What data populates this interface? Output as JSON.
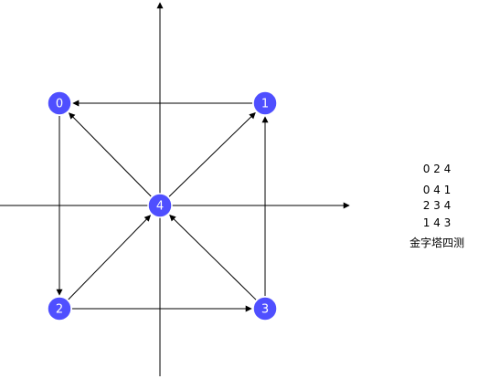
{
  "colors": {
    "node_fill": "#4f4fff",
    "node_stroke": "#ffffff",
    "edge": "#000000",
    "axis": "#000000",
    "label_text": "#ffffff"
  },
  "nodes": [
    {
      "id": "0",
      "label": "0"
    },
    {
      "id": "1",
      "label": "1"
    },
    {
      "id": "2",
      "label": "2"
    },
    {
      "id": "3",
      "label": "3"
    },
    {
      "id": "4",
      "label": "4"
    }
  ],
  "edges": [
    {
      "from": "1",
      "to": "0"
    },
    {
      "from": "0",
      "to": "2"
    },
    {
      "from": "2",
      "to": "3"
    },
    {
      "from": "3",
      "to": "1"
    },
    {
      "from": "4",
      "to": "0"
    },
    {
      "from": "4",
      "to": "1"
    },
    {
      "from": "2",
      "to": "4"
    },
    {
      "from": "3",
      "to": "4"
    }
  ],
  "axes": [
    {
      "id": "x-axis",
      "direction": "right"
    },
    {
      "id": "y-axis",
      "direction": "up"
    }
  ],
  "side_text": {
    "lines": [
      "0 2 4",
      "0 4 1",
      "2 3 4",
      "1 4 3",
      "金字塔四测"
    ]
  }
}
